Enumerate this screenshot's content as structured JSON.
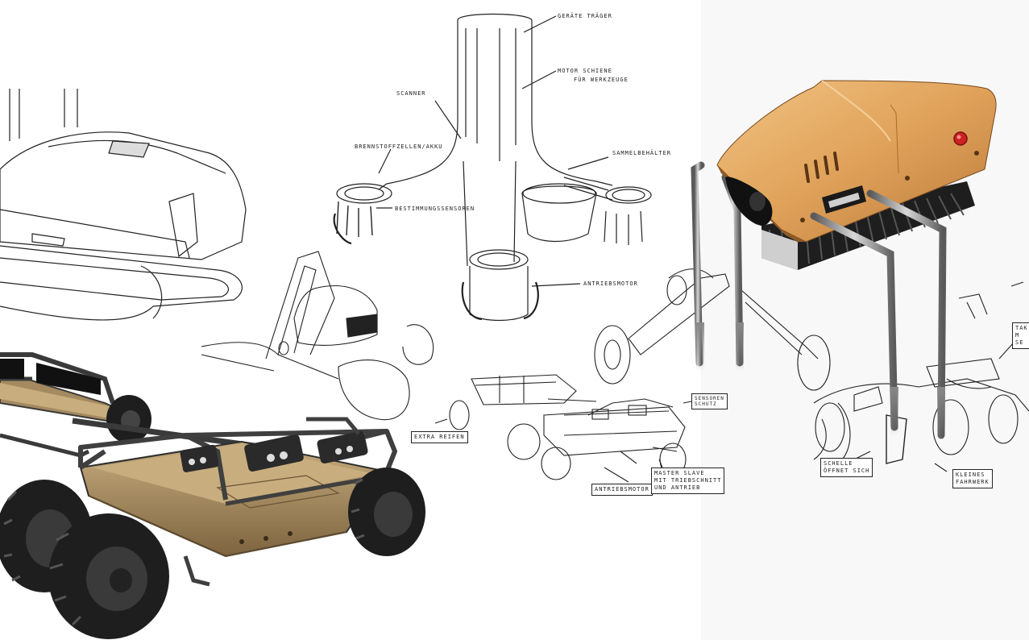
{
  "colors": {
    "ink": "#222222",
    "pod_orange": "#e0a25a",
    "pod_orange_dark": "#b9793a",
    "tray_brown": "#a48a60",
    "tire_black": "#1e1e1e",
    "indicator_red": "#cc2222"
  },
  "labels": {
    "geraete_traeger": "GERÄTE TRÄGER",
    "motor_schiene_1": "MOTOR SCHIENE",
    "motor_schiene_2": "FÜR WERKZEUGE",
    "scanner": "SCANNER",
    "brennstoffzelle": "BRENNSTOFFZELLEN/AKKU",
    "bestimmungssensoren": "BESTIMMUNGSSENSOREN",
    "sammelbehaelter": "SAMMELBEHÄLTER",
    "antriebsmotor_top": "ANTRIEBSMOTOR",
    "sensoren_right": "SENSOREN\nSCHUTZ",
    "extra_reifen": "EXTRA REIFEN",
    "antriebsmotor_box": "ANTRIEBSMOTOR",
    "master_slave": "MASTER SLAVE\nMIT TRIEBSCHNITT\nUND ANTRIEB",
    "schelle": "SCHELLE\nÖFFNET SICH",
    "kleines_fahrwerk": "KLEINES\nFAHRWERK",
    "tak": "TAK\nM\nSE"
  },
  "icons": {
    "left_sketch": "tracked-vehicle-sketch",
    "rover": "rover-render",
    "pod": "orange-sensor-pod"
  }
}
